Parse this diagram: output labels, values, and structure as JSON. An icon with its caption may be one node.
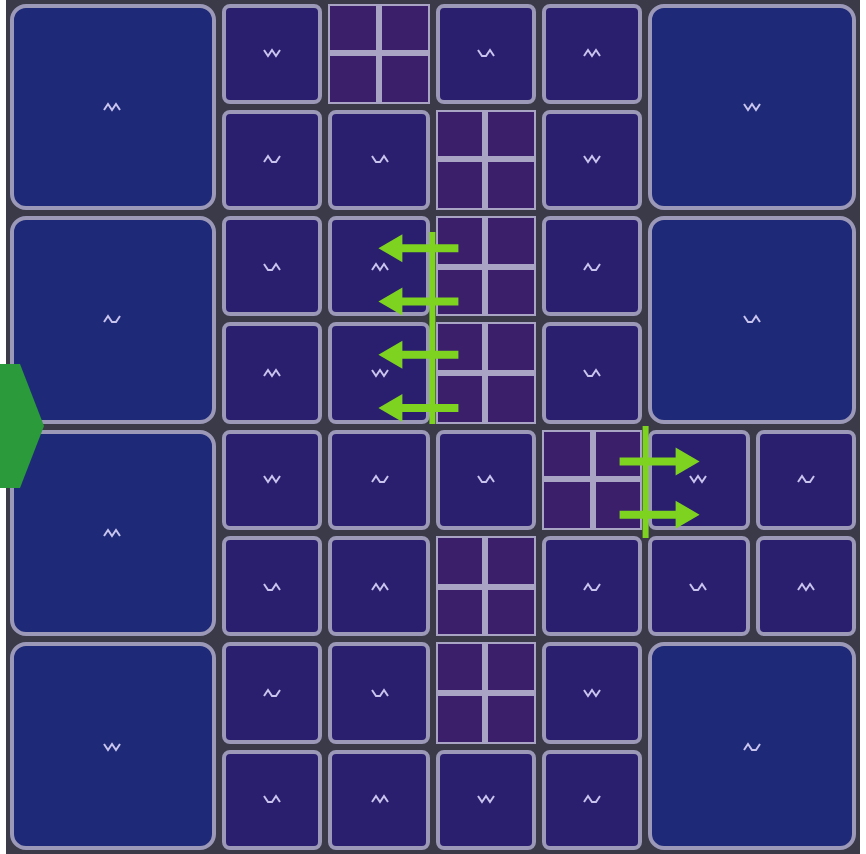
{
  "diagram": {
    "nodes": [
      {
        "text": [],
        "shape": "box"
      },
      {
        "text": [],
        "shape": "box"
      },
      {
        "text": [],
        "shape": "grid"
      },
      {
        "text": [],
        "shape": "box"
      },
      {
        "text": [],
        "shape": "box"
      },
      {
        "text": [],
        "shape": "box"
      },
      {
        "text": [],
        "shape": "box"
      },
      {
        "text": [],
        "shape": "box"
      },
      {
        "text": [],
        "shape": "grid"
      },
      {
        "text": [],
        "shape": "box"
      },
      {
        "text": [],
        "shape": "box"
      },
      {
        "text": [],
        "shape": "box"
      },
      {
        "text": [],
        "shape": "box"
      },
      {
        "text": [],
        "shape": "grid"
      },
      {
        "text": [],
        "shape": "box"
      },
      {
        "text": [],
        "shape": "box"
      },
      {
        "text": [],
        "shape": "box"
      },
      {
        "text": [],
        "shape": "box"
      },
      {
        "text": [],
        "shape": "grid"
      },
      {
        "text": [],
        "shape": "box"
      },
      {
        "text": [],
        "shape": "box"
      },
      {
        "text": [],
        "shape": "box"
      },
      {
        "text": [],
        "shape": "box"
      },
      {
        "text": [],
        "shape": "box"
      },
      {
        "text": [],
        "shape": "grid"
      },
      {
        "text": [],
        "shape": "box"
      },
      {
        "text": [],
        "shape": "box"
      },
      {
        "text": [],
        "shape": "box"
      },
      {
        "text": [],
        "shape": "box"
      },
      {
        "text": [],
        "shape": "grid"
      },
      {
        "text": [],
        "shape": "box"
      },
      {
        "text": [],
        "shape": "box"
      },
      {
        "text": [],
        "shape": "box"
      },
      {
        "text": [],
        "shape": "box"
      },
      {
        "text": [],
        "shape": "box"
      },
      {
        "text": [],
        "shape": "box"
      },
      {
        "text": [],
        "shape": "grid"
      },
      {
        "text": [],
        "shape": "box"
      },
      {
        "text": [],
        "shape": "box"
      },
      {
        "text": [],
        "shape": "box"
      },
      {
        "text": [],
        "shape": "box"
      },
      {
        "text": [],
        "shape": "box"
      },
      {
        "text": [],
        "shape": "box"
      }
    ],
    "edges": [
      {
        "from": 13,
        "to": 12,
        "arrow": "to"
      },
      {
        "from": 13,
        "to": 12,
        "arrow": "to"
      },
      {
        "from": 18,
        "to": 17,
        "arrow": "to"
      },
      {
        "from": 18,
        "to": 17,
        "arrow": "to"
      },
      {
        "from": 24,
        "to": 25,
        "arrow": "to"
      },
      {
        "from": 24,
        "to": 25,
        "arrow": "to"
      }
    ]
  }
}
